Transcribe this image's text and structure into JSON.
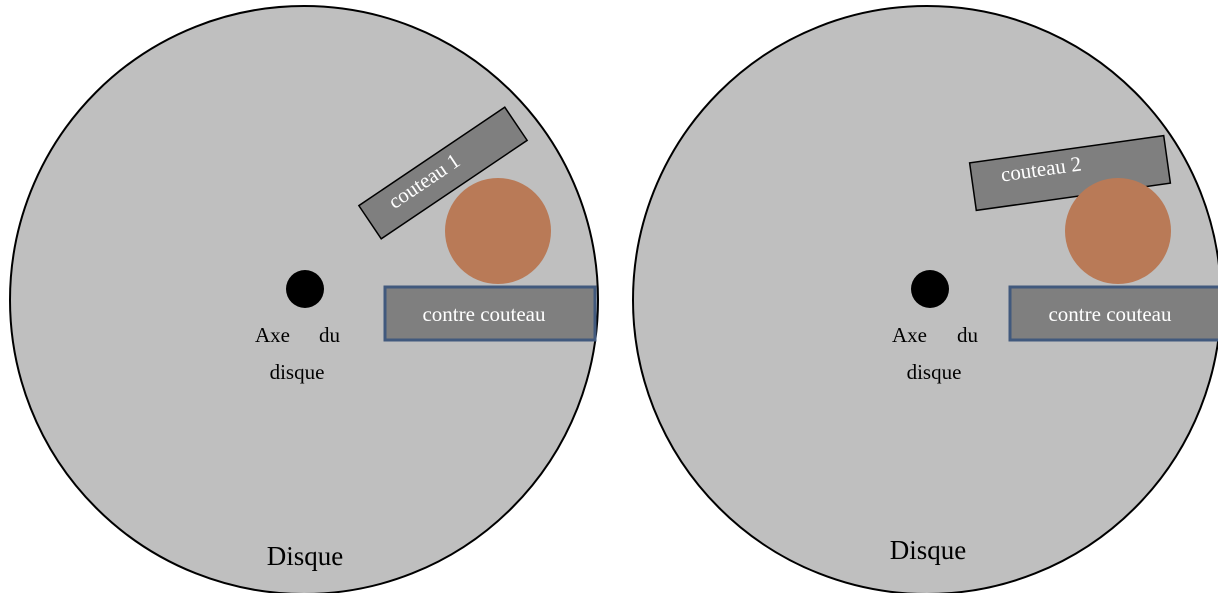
{
  "panels": [
    {
      "knife_label": "couteau 1",
      "counter_knife_label": "contre couteau",
      "axis_label_line1": "Axe",
      "axis_label_line2": "du",
      "axis_label_line3": "disque",
      "disk_label": "Disque"
    },
    {
      "knife_label": "couteau 2",
      "counter_knife_label": "contre couteau",
      "axis_label_line1": "Axe",
      "axis_label_line2": "du",
      "axis_label_line3": "disque",
      "disk_label": "Disque"
    }
  ],
  "colors": {
    "disk_fill": "#bfbfbf",
    "disk_stroke": "#000000",
    "blade_fill": "#7f7f7f",
    "counter_knife_border": "#41597d",
    "material_ball": "#b97a57",
    "axis": "#000000"
  }
}
